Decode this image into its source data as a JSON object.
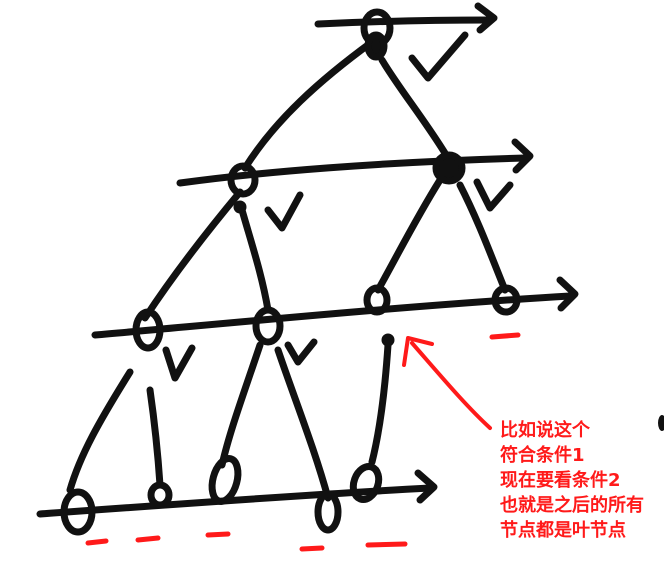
{
  "annotation": {
    "lines": [
      "比如说这个",
      "符合条件1",
      "现在要看条件2",
      "也就是之后的所有",
      "节点都是叶节点"
    ]
  },
  "colors": {
    "ink": "#111111",
    "annotation": "#ff1a1a"
  },
  "marks": {
    "check_symbol": "✓",
    "leaf_marker": "–",
    "arrow_glyph": "arrow-right"
  }
}
